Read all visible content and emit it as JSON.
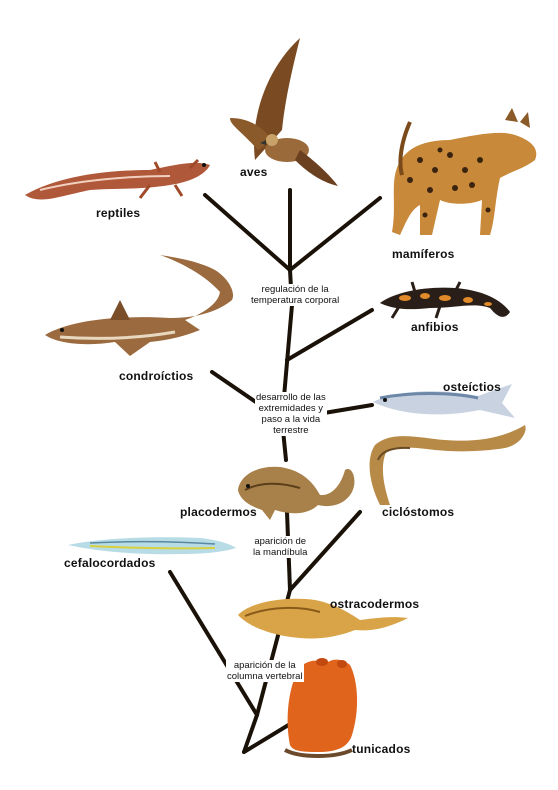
{
  "labels": {
    "aves": "aves",
    "reptiles": "reptiles",
    "mamiferos": "mamíferos",
    "anfibios": "anfibios",
    "condroictios": "condroíctios",
    "osteictios": "osteíctios",
    "placodermos": "placodermos",
    "ciclostomos": "ciclóstomos",
    "cefalocordados": "cefalocordados",
    "ostracodermos": "ostracodermos",
    "tunicados": "tunicados"
  },
  "notes": {
    "temperatura": [
      "regulación de la",
      "temperatura corporal"
    ],
    "extremidades": [
      "desarrollo de las",
      "extremidades y",
      "paso a la vida",
      "terrestre"
    ],
    "mandibula": [
      "aparición de",
      "la mandíbula"
    ],
    "columna": [
      "aparición de la",
      "columna vertebral"
    ]
  }
}
